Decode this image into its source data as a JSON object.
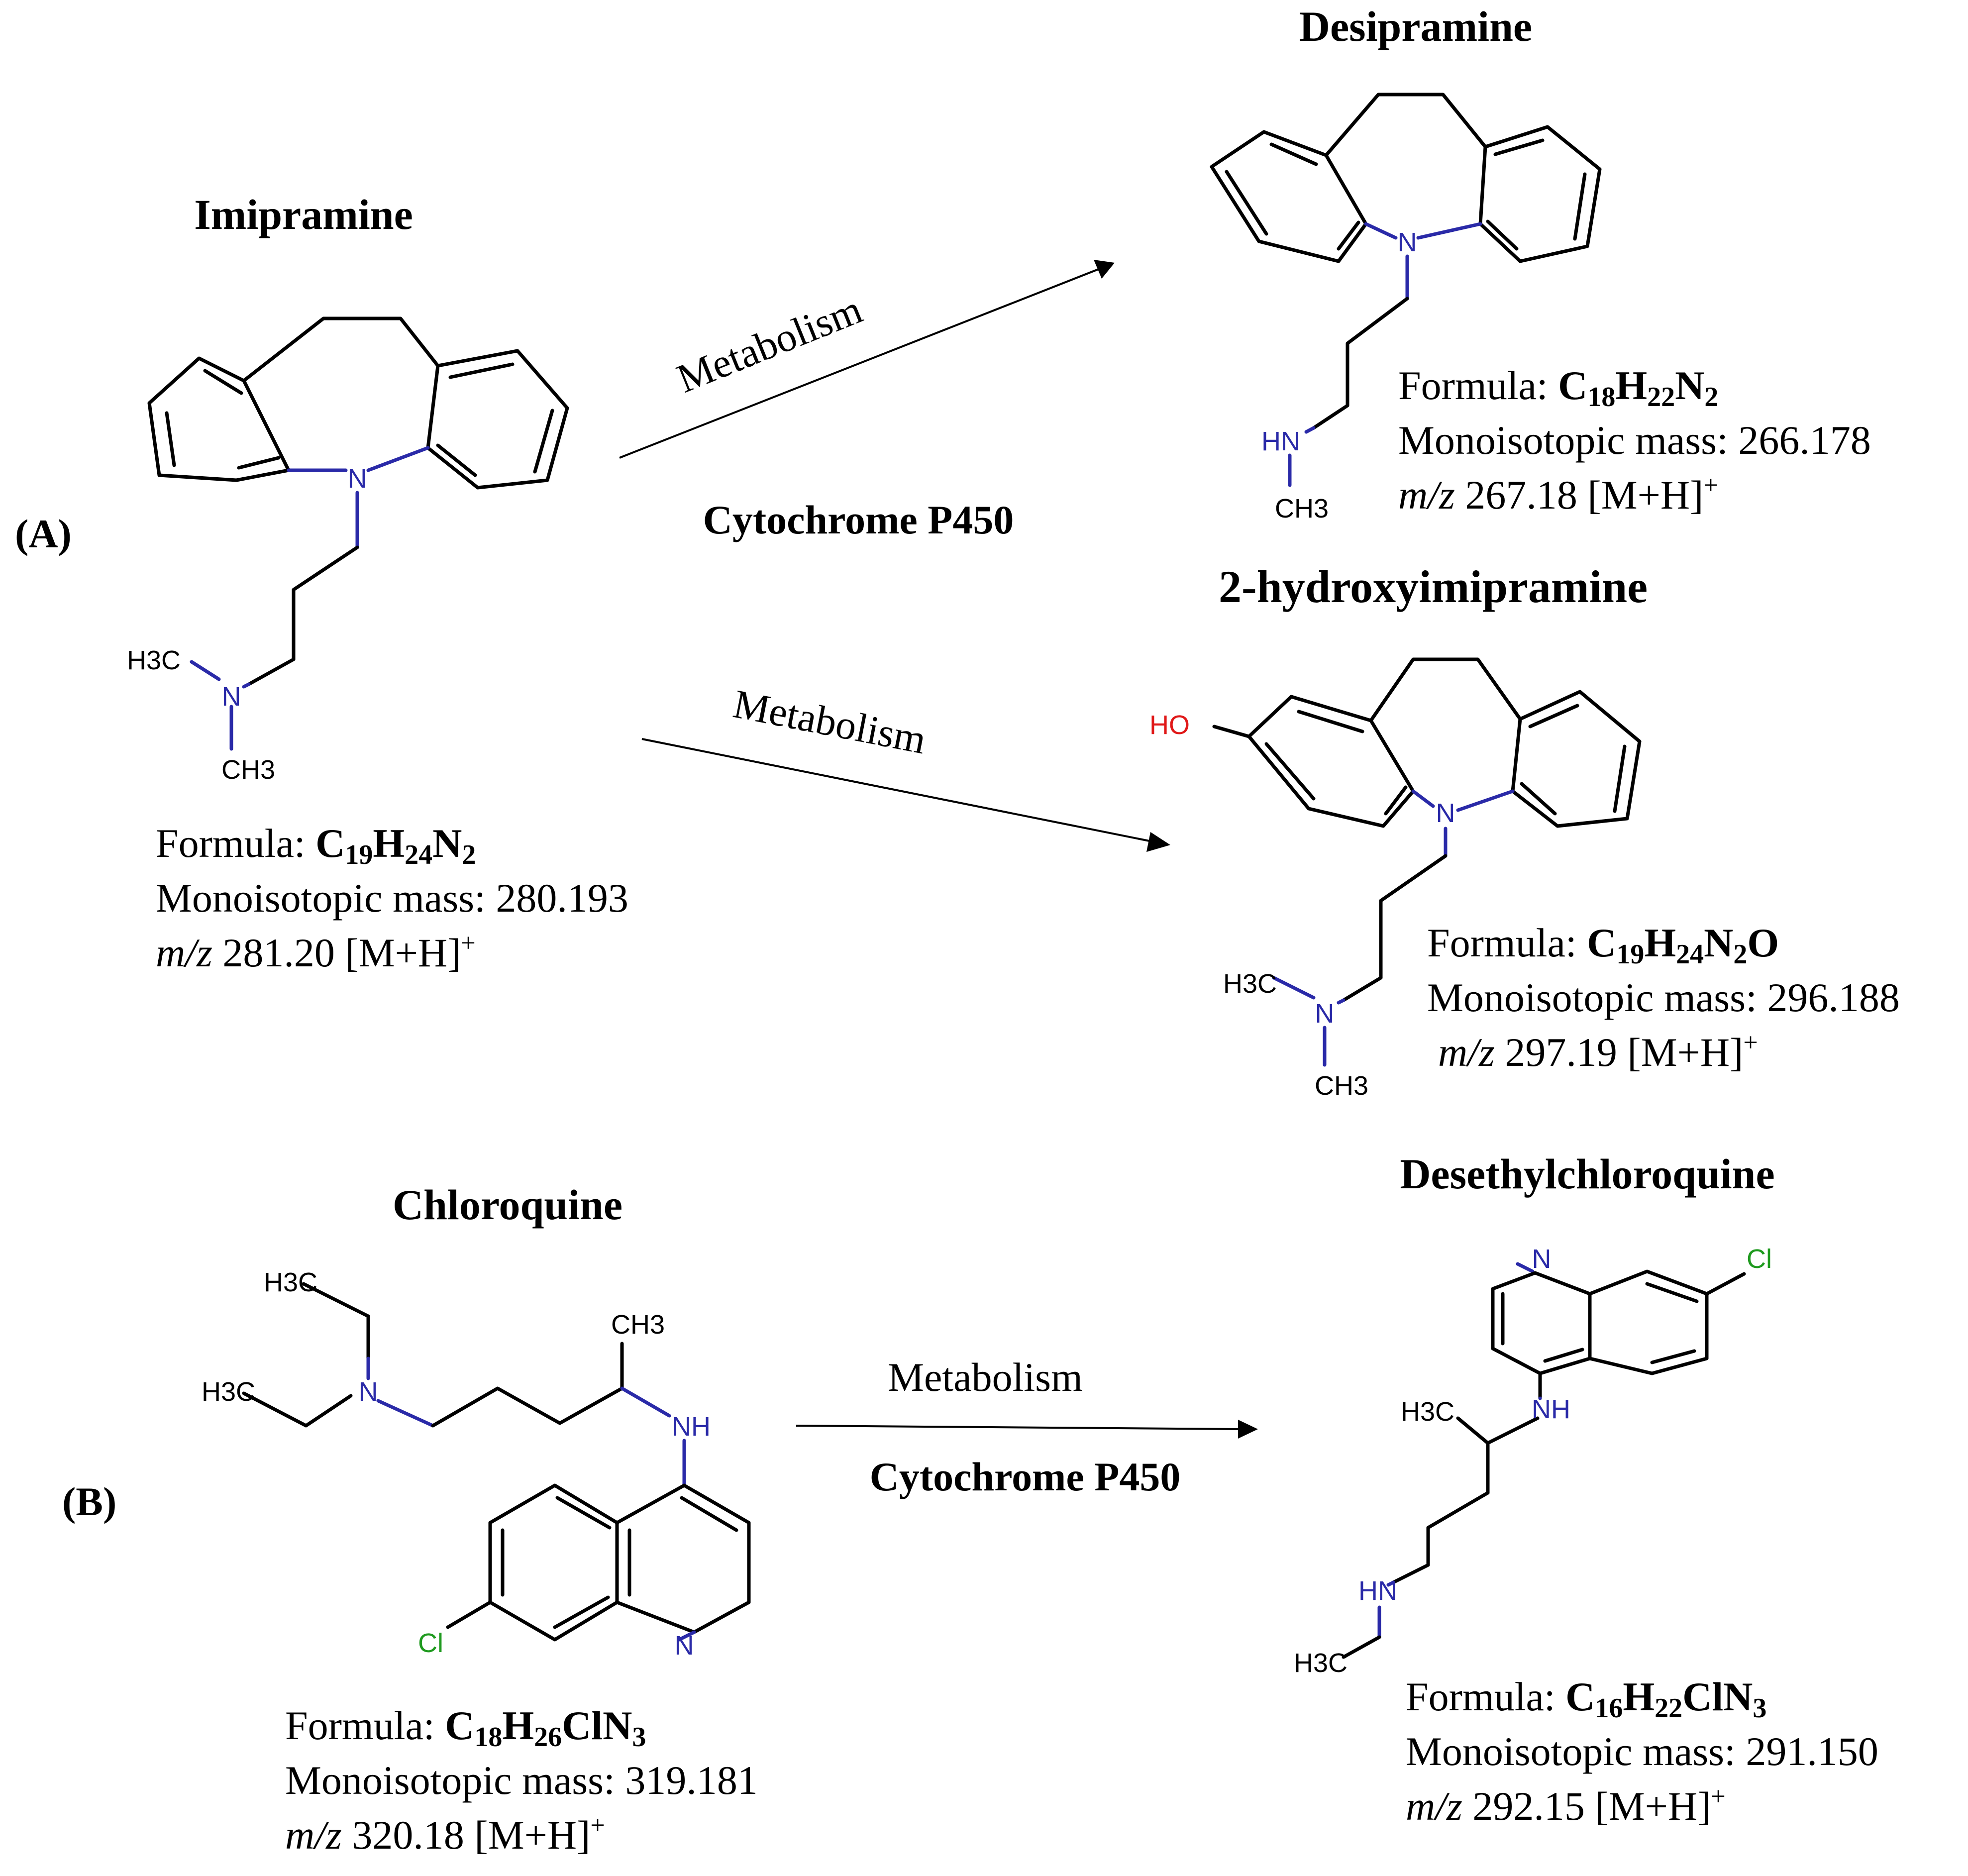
{
  "panels": {
    "a": "(A)",
    "b": "(B)"
  },
  "reactions": {
    "metabolism": "Metabolism",
    "enzyme": "Cytochrome P450"
  },
  "compounds": {
    "imipramine": {
      "name": "Imipramine",
      "formula_prefix": "Formula: ",
      "formula": [
        "C",
        "19",
        "H",
        "24",
        "N",
        "2"
      ],
      "mass": "Monoisotopic mass: 280.193",
      "mz_prefix": "m/z",
      "mz": " 281.20 [M+H]",
      "mz_sup": "+",
      "atoms": {
        "n_ring": "N",
        "n_amine": "N",
        "me1": "H3C",
        "me2": "CH3"
      }
    },
    "desipramine": {
      "name": "Desipramine",
      "formula_prefix": "Formula: ",
      "formula": [
        "C",
        "18",
        "H",
        "22",
        "N",
        "2"
      ],
      "mass": "Monoisotopic mass: 266.178",
      "mz_prefix": "m/z",
      "mz": " 267.18 [M+H]",
      "mz_sup": "+",
      "atoms": {
        "n_ring": "N",
        "nh": "HN",
        "me": "CH3"
      }
    },
    "hydroxyimipramine": {
      "name": "2-hydroxyimipramine",
      "formula_prefix": "Formula: ",
      "formula": [
        "C",
        "19",
        "H",
        "24",
        "N",
        "2",
        "O",
        ""
      ],
      "mass": "Monoisotopic mass: 296.188",
      "mz_prefix": "m/z",
      "mz": " 297.19 [M+H]",
      "mz_sup": "+",
      "atoms": {
        "ho": "HO",
        "n_ring": "N",
        "n_amine": "N",
        "me1": "H3C",
        "me2": "CH3"
      }
    },
    "chloroquine": {
      "name": "Chloroquine",
      "formula_prefix": "Formula: ",
      "formula": [
        "C",
        "18",
        "H",
        "26",
        "ClN",
        "3"
      ],
      "mass": "Monoisotopic mass: 319.181",
      "mz_prefix": "m/z",
      "mz": " 320.18 [M+H]",
      "mz_sup": "+",
      "atoms": {
        "et1": "H3C",
        "et2": "H3C",
        "n_amine": "N",
        "ch3": "CH3",
        "nh": "NH",
        "cl": "Cl",
        "n_ring": "N"
      }
    },
    "desethylchloroquine": {
      "name": "Desethylchloroquine",
      "formula_prefix": "Formula: ",
      "formula": [
        "C",
        "16",
        "H",
        "22",
        "ClN",
        "3"
      ],
      "mass": "Monoisotopic mass: 291.150",
      "mz_prefix": "m/z",
      "mz": " 292.15 [M+H]",
      "mz_sup": "+",
      "atoms": {
        "n_ring": "N",
        "cl": "Cl",
        "nh": "NH",
        "h3c": "H3C",
        "hn": "HN",
        "et": "H3C"
      }
    }
  }
}
